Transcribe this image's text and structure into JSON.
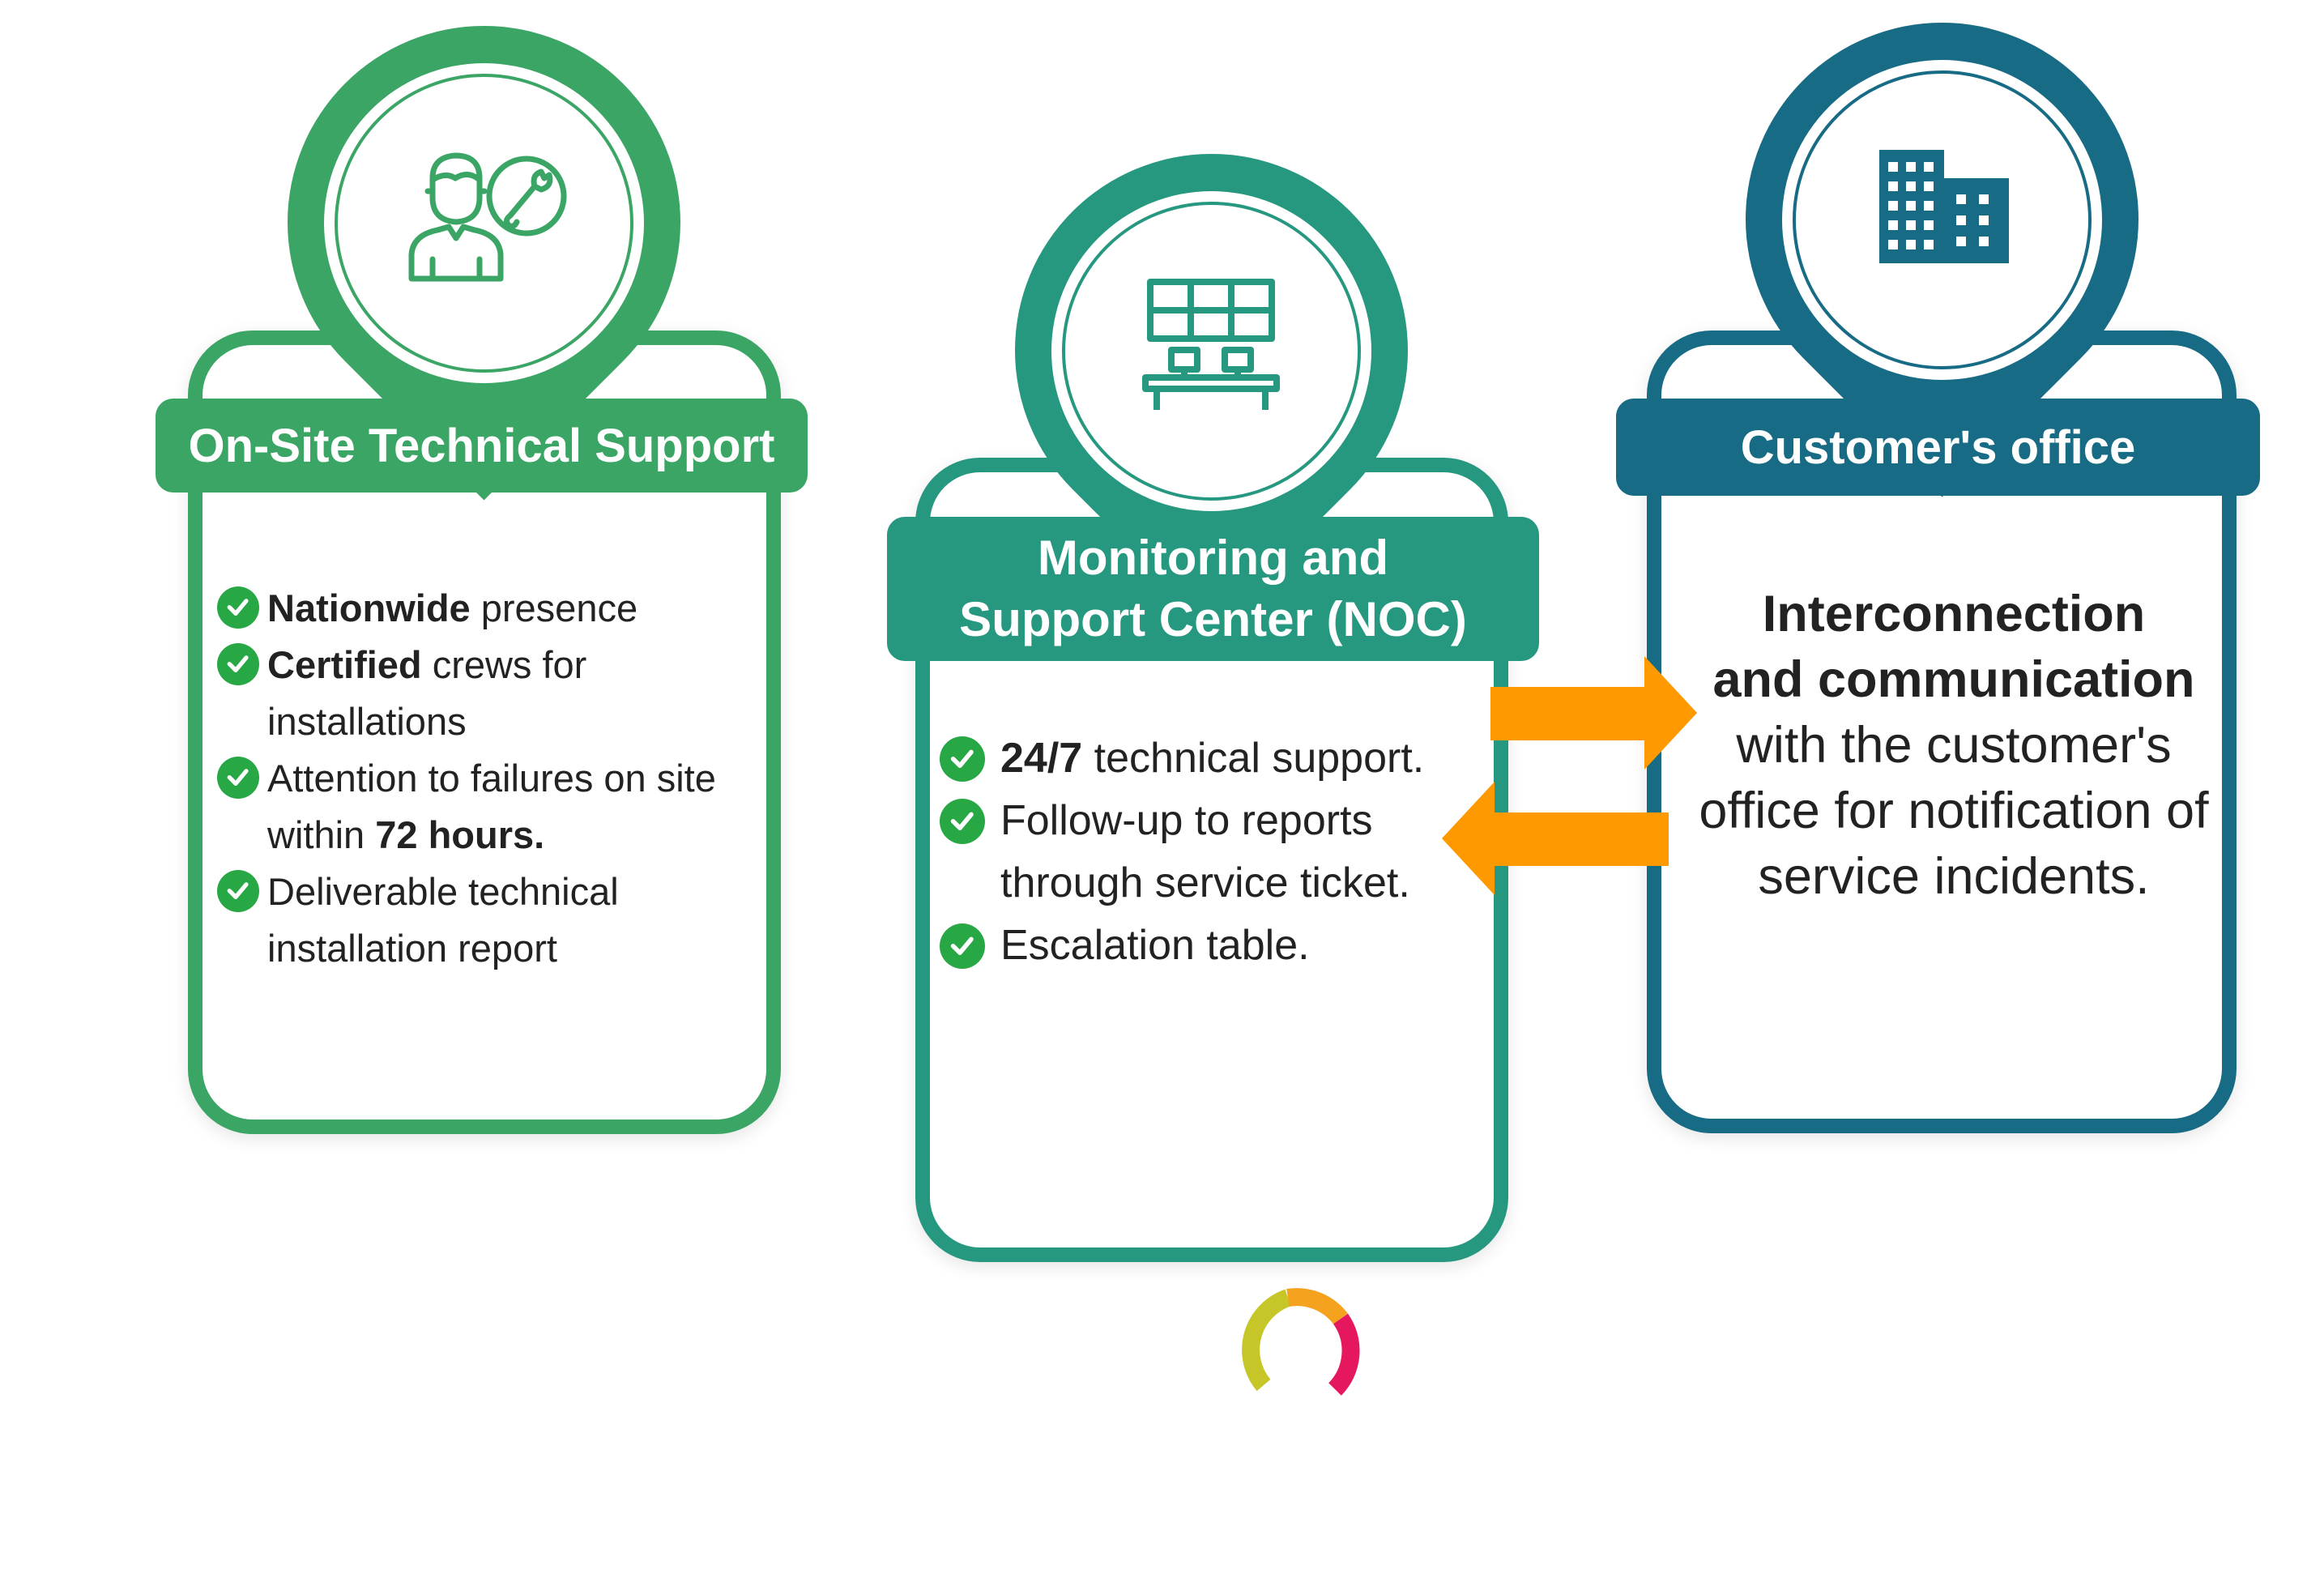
{
  "columns": [
    {
      "id": "onsite",
      "title": "On-Site Technical Support",
      "icon": "technician-wrench-icon",
      "color": "#3aa564",
      "items": [
        {
          "bold": "Nationwide",
          "rest": " presence",
          "bold2": "",
          "rest2": ""
        },
        {
          "bold": "Certified",
          "rest": " crews for installations",
          "bold2": "",
          "rest2": ""
        },
        {
          "bold": "",
          "rest": "Attention to failures on site within ",
          "bold2": "72 hours.",
          "rest2": ""
        },
        {
          "bold": "",
          "rest": "Deliverable technical installation report",
          "bold2": "",
          "rest2": ""
        }
      ]
    },
    {
      "id": "noc",
      "title_line1": "Monitoring and",
      "title_line2": "Support Center (NOC)",
      "icon": "monitor-wall-desk-icon",
      "color": "#279880",
      "items": [
        {
          "bold": "24/7",
          "rest": " technical support."
        },
        {
          "bold": "",
          "rest": "Follow-up to reports through service ticket."
        },
        {
          "bold": "",
          "rest": "Escalation table."
        }
      ]
    },
    {
      "id": "customer",
      "title": "Customer's office",
      "icon": "office-building-icon",
      "color": "#176b85",
      "bold_line1": "Interconnection",
      "bold_line2": "and communication",
      "body": "with the customer's office for notification of service incidents."
    }
  ],
  "arrow_color": "#ff9900",
  "check_color": "#28a745",
  "logo_colors": [
    "#c6c628",
    "#f5a21f",
    "#e5175f"
  ]
}
